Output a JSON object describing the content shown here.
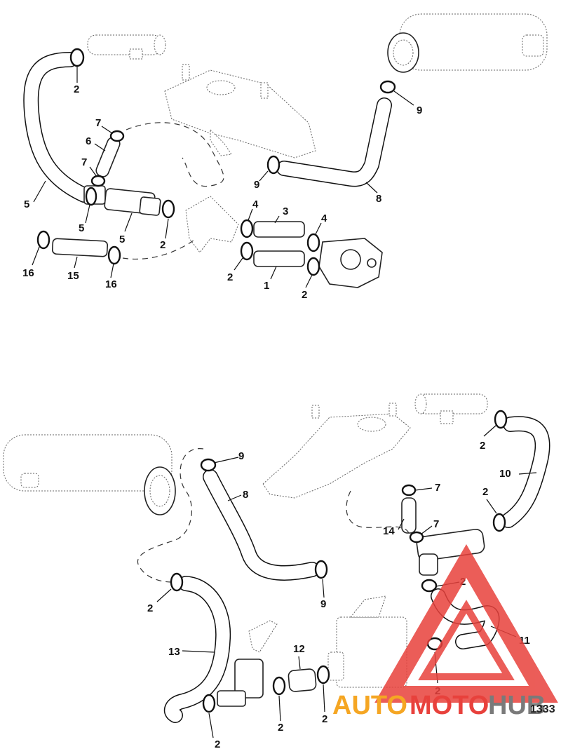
{
  "diagram": {
    "figure_number": "1333",
    "watermark": {
      "text_part1": "AUTO",
      "text_part2": "MOTO",
      "text_part3": "HUB",
      "color_orange": "#f5a623",
      "color_red": "#e8413c",
      "color_gray": "#7a7a7a"
    },
    "callouts_top": [
      "2",
      "7",
      "6",
      "7",
      "5",
      "5",
      "5",
      "2",
      "4",
      "3",
      "4",
      "2",
      "1",
      "2",
      "16",
      "15",
      "16",
      "9",
      "8",
      "9"
    ],
    "callouts_bottom": [
      "9",
      "8",
      "2",
      "9",
      "13",
      "2",
      "12",
      "2",
      "2",
      "7",
      "14",
      "7",
      "2",
      "11",
      "2",
      "2",
      "10",
      "2"
    ]
  }
}
